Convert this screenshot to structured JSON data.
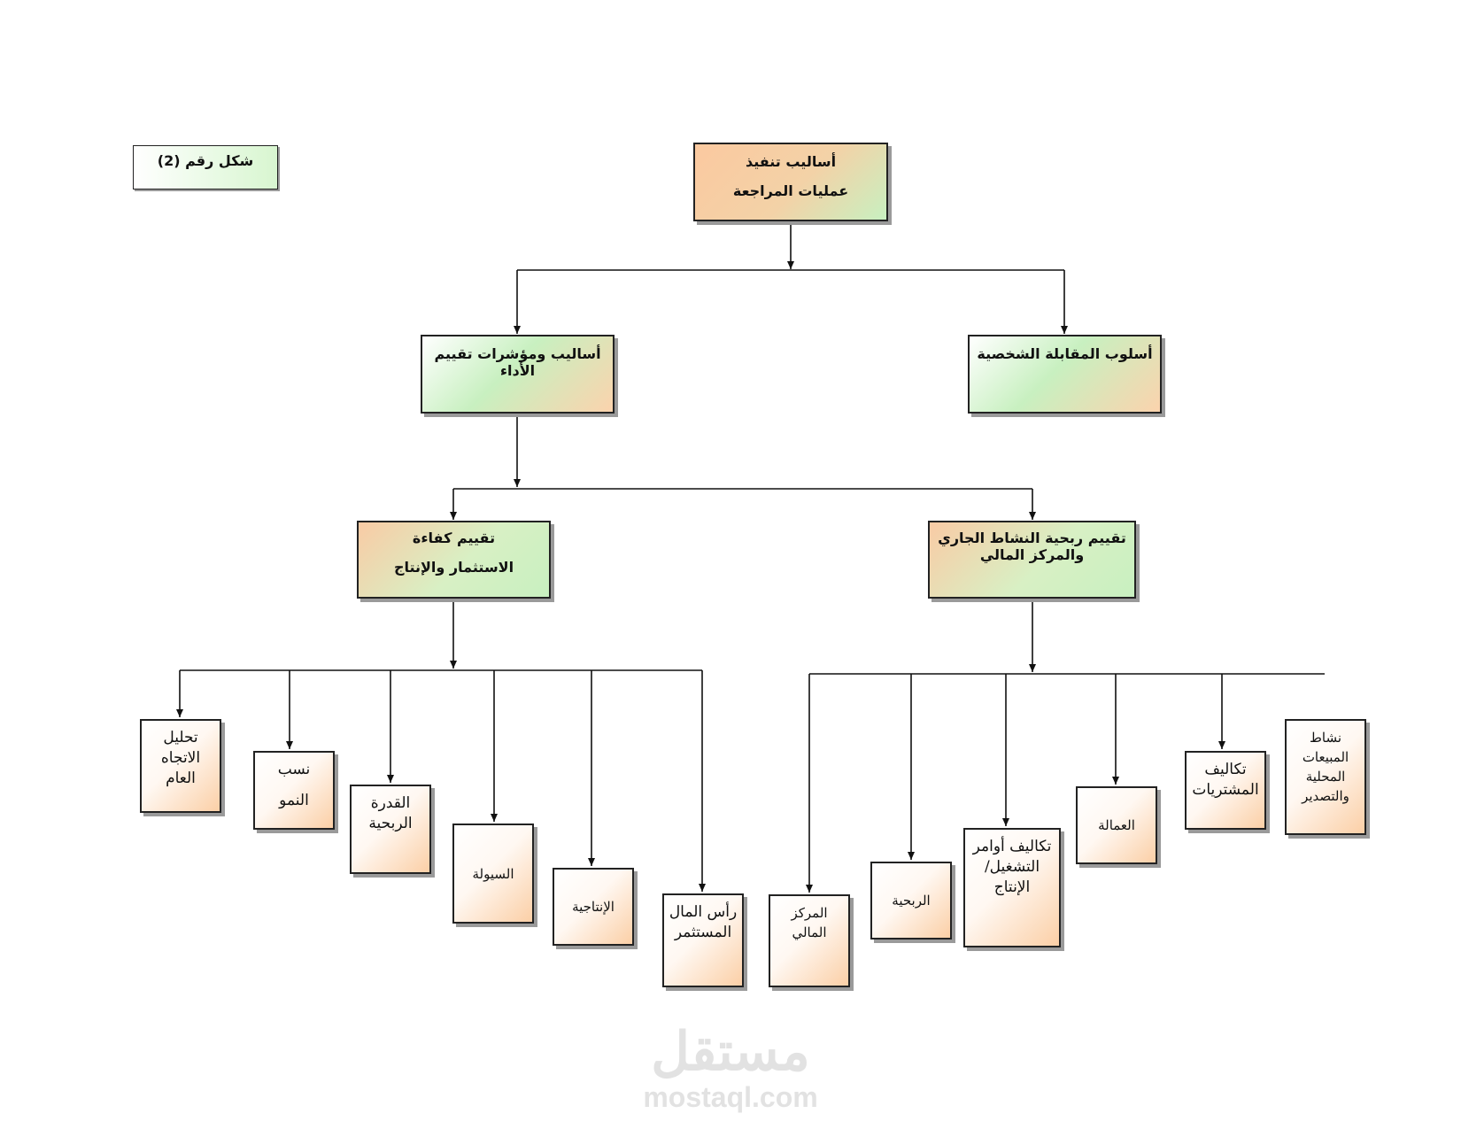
{
  "figure_label": "شكل رقم (2)",
  "nodes": {
    "root": {
      "lines": [
        "أساليب تنفيذ",
        "عمليات المراجعة"
      ]
    },
    "interview": {
      "lines": [
        "أسلوب المقابلة الشخصية"
      ]
    },
    "performance": {
      "lines": [
        "أساليب ومؤشرات تقييم",
        "الأداء"
      ]
    },
    "profitability_eval": {
      "lines": [
        "تقييم ربحية النشاط الجاري",
        "والمركز المالي"
      ]
    },
    "efficiency_eval": {
      "lines": [
        "تقييم كفاءة",
        "الاستثمار والإنتاج"
      ]
    },
    "trend": {
      "lines": [
        "تحليل",
        "الاتجاه",
        "العام"
      ]
    },
    "growth": {
      "lines": [
        "نسب",
        "النمو"
      ]
    },
    "earning_power": {
      "lines": [
        "القدرة",
        "الربحية"
      ]
    },
    "liquidity": {
      "lines": [
        "السيولة"
      ]
    },
    "productivity": {
      "lines": [
        "الإنتاجية"
      ]
    },
    "invested_capital": {
      "lines": [
        "رأس المال",
        "المستثمر"
      ]
    },
    "financial_position": {
      "lines": [
        "المركز",
        "المالي"
      ]
    },
    "profitability": {
      "lines": [
        "الربحية"
      ]
    },
    "operating_costs": {
      "lines": [
        "تكاليف أوامر",
        "التشغيل/",
        "الإنتاج"
      ]
    },
    "labor": {
      "lines": [
        "العمالة"
      ]
    },
    "purchases_costs": {
      "lines": [
        "تكاليف",
        "المشتريات"
      ]
    },
    "sales_activity": {
      "lines": [
        "نشاط",
        "المبيعات",
        "المحلية",
        "والتصدير"
      ]
    }
  },
  "watermark": {
    "arabic": "مستقل",
    "latin": "mostaql.com"
  }
}
